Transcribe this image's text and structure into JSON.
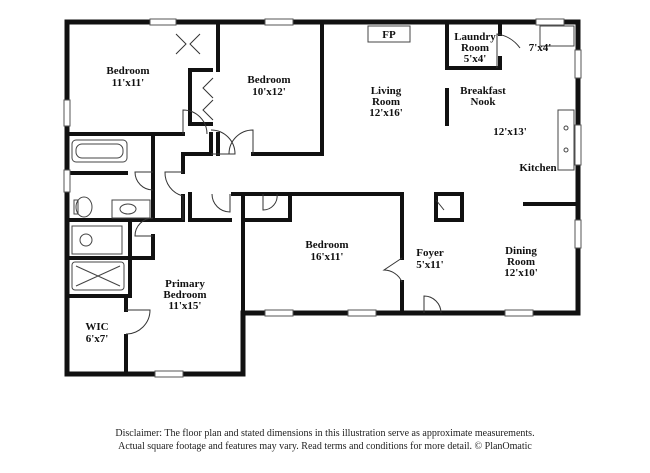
{
  "rooms": {
    "bedroom_nw": {
      "name": "Bedroom",
      "dims": "11'x11'"
    },
    "bedroom_n": {
      "name": "Bedroom",
      "dims": "10'x12'"
    },
    "fireplace": {
      "name": "FP"
    },
    "living_room": {
      "name": "Living",
      "name2": "Room",
      "dims": "12'x16'"
    },
    "laundry": {
      "name": "Laundry",
      "name2": "Room",
      "dims": "5'x4'"
    },
    "pantry": {
      "dims": "7'x4'"
    },
    "breakfast_nook": {
      "name": "Breakfast",
      "name2": "Nook",
      "dims": "12'x13'"
    },
    "kitchen": {
      "name": "Kitchen"
    },
    "bedroom_center": {
      "name": "Bedroom",
      "dims": "16'x11'"
    },
    "foyer": {
      "name": "Foyer",
      "dims": "5'x11'"
    },
    "dining_room": {
      "name": "Dining",
      "name2": "Room",
      "dims": "12'x10'"
    },
    "primary_bedroom": {
      "name": "Primary",
      "name2": "Bedroom",
      "dims": "11'x15'"
    },
    "wic": {
      "name": "WIC",
      "dims": "6'x7'"
    }
  },
  "disclaimer": {
    "line1": "Disclaimer: The floor plan and stated dimensions in this illustration serve as approximate measurements.",
    "line2": "Actual square footage and features may vary. Read terms and conditions for more detail. © PlanOmatic"
  }
}
